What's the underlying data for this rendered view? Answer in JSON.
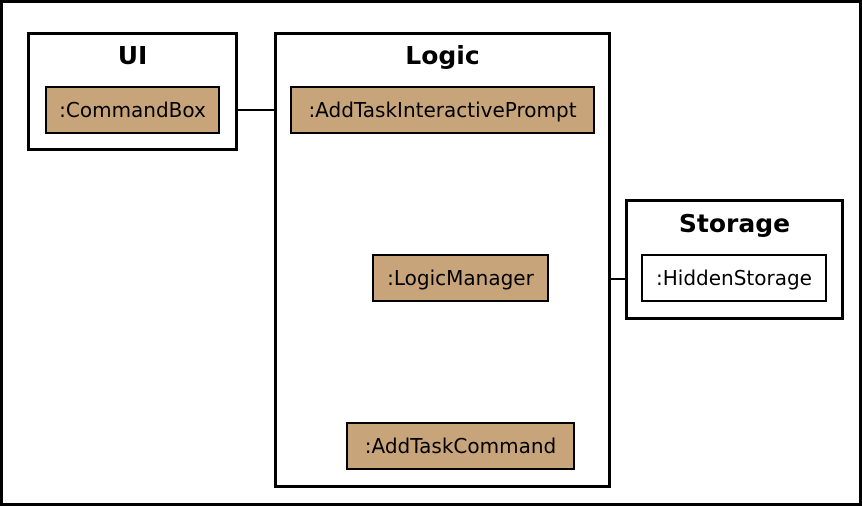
{
  "colors": {
    "component_fill": "#c8a47a",
    "storage_component_fill": "#ffffff",
    "line": "#000000"
  },
  "packages": {
    "ui": {
      "title": "UI"
    },
    "logic": {
      "title": "Logic"
    },
    "storage": {
      "title": "Storage"
    }
  },
  "components": {
    "command_box": ":CommandBox",
    "add_task_interactive_prompt": ":AddTaskInteractivePrompt",
    "logic_manager": ":LogicManager",
    "add_task_command": ":AddTaskCommand",
    "hidden_storage": ":HiddenStorage"
  }
}
